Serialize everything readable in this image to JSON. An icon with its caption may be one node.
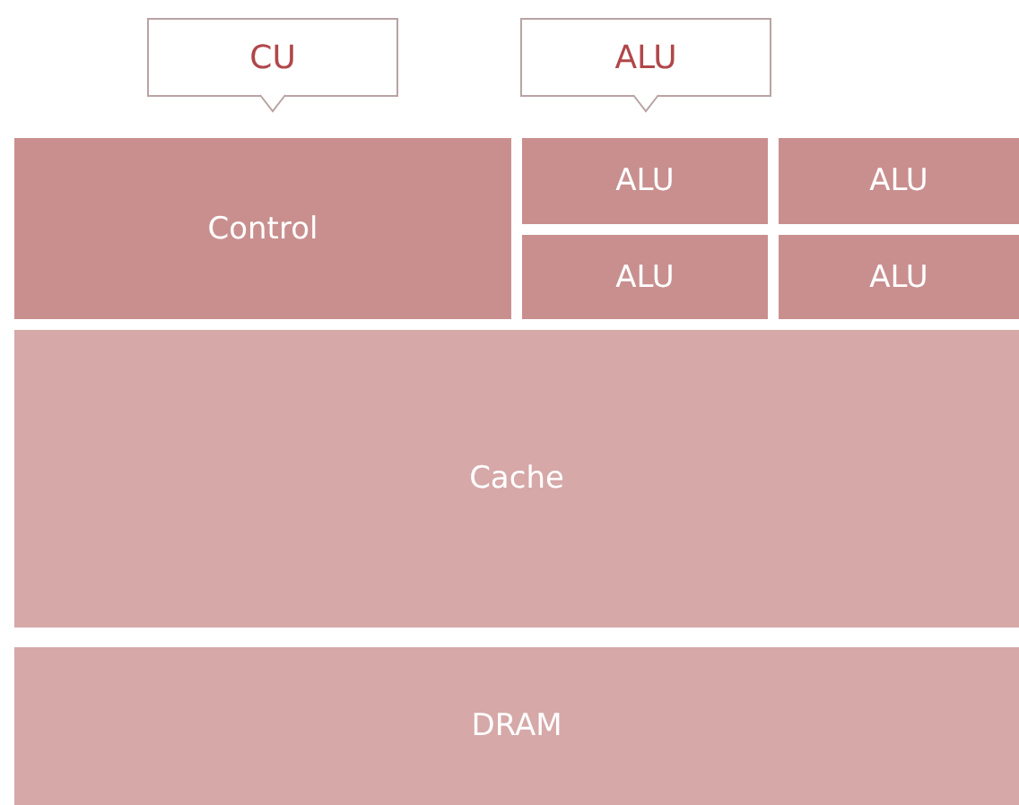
{
  "diagram": {
    "nodes": [
      {
        "text": [
          "CU"
        ]
      },
      {
        "text": [
          "ALU"
        ]
      },
      {
        "text": [
          "Control"
        ]
      },
      {
        "text": [
          "ALU"
        ]
      },
      {
        "text": [
          "ALU"
        ]
      },
      {
        "text": [
          "ALU"
        ]
      },
      {
        "text": [
          "ALU"
        ]
      },
      {
        "text": [
          "Cache"
        ]
      },
      {
        "text": [
          "DRAM"
        ]
      }
    ]
  }
}
